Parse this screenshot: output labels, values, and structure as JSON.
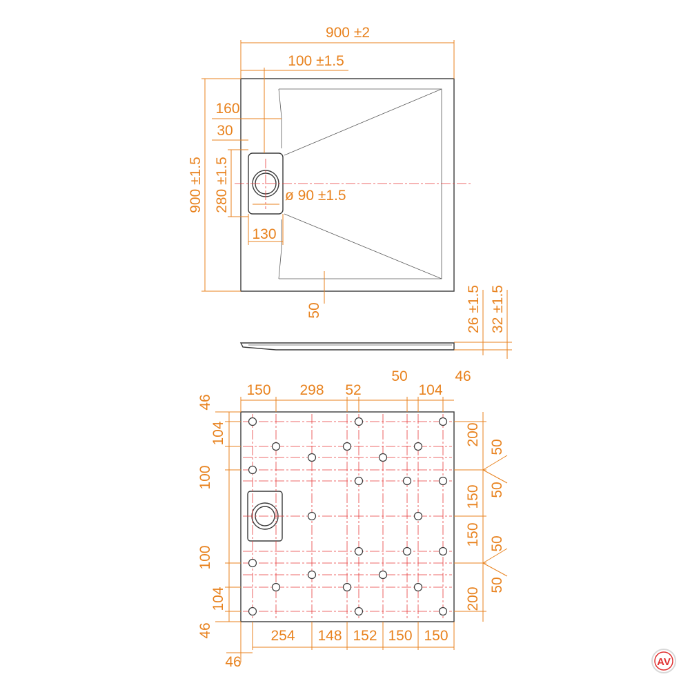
{
  "top_view": {
    "width_label": "900 ±2",
    "edge_offset_label": "100 ±1.5",
    "depth_label": "900 ±1.5",
    "offset_160_label": "160",
    "offset_30_label": "30",
    "drain_height_label": "280 ±1.5",
    "drain_diameter_label": "ø 90 ±1.5",
    "drain_width_label": "130",
    "margin_50_label": "50"
  },
  "side_view": {
    "height_26_label": "26 ±1.5",
    "height_32_label": "32 ±1.5"
  },
  "bottom_view": {
    "top_labels": [
      "150",
      "298",
      "52",
      "50",
      "104",
      "46"
    ],
    "bottom_labels": [
      "254",
      "148",
      "152",
      "150",
      "150"
    ],
    "left_labels": [
      "46",
      "104",
      "100",
      "100",
      "104",
      "46"
    ],
    "bottom_left_label": "46",
    "right_labels": [
      "200",
      "50",
      "50",
      "150",
      "150",
      "50",
      "50",
      "200"
    ]
  },
  "logo": {
    "text": "AV",
    "color": "#e03030"
  },
  "colors": {
    "dimension": "#e8821e",
    "outline": "#3a3a3a",
    "centerline": "#e63a3a"
  }
}
